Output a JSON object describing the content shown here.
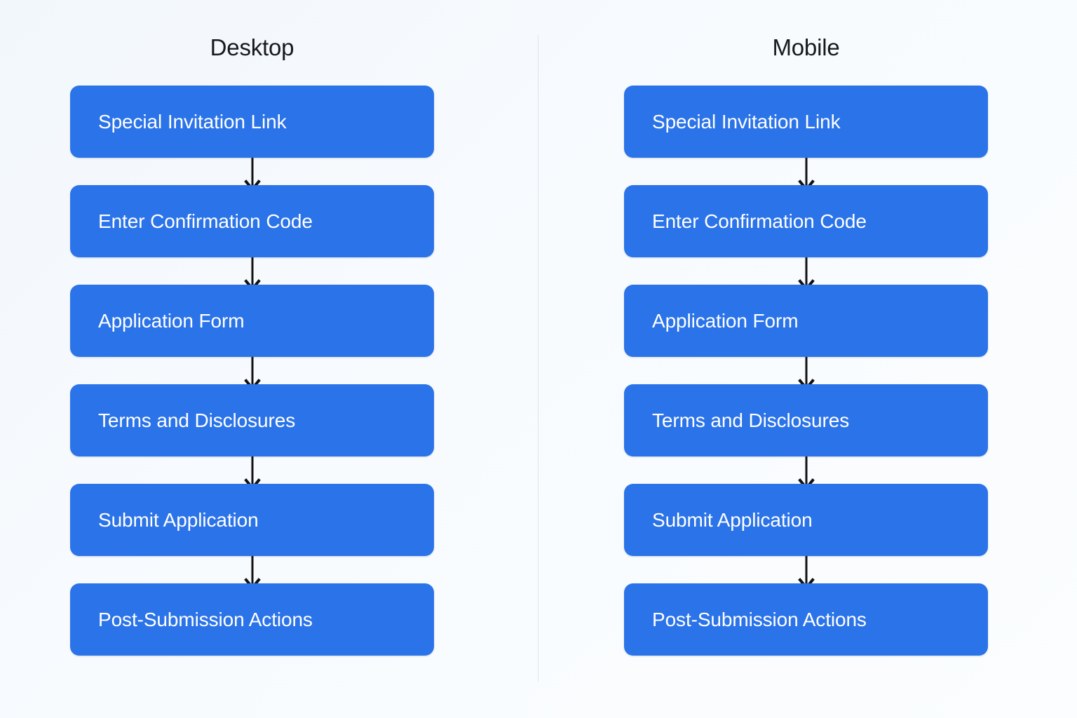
{
  "page": {
    "background_color": "#f6fafd",
    "divider_color": "#dfe5ea"
  },
  "theme": {
    "node_fill": "#2b73e8",
    "node_text_color": "#ffffff",
    "title_text_color": "#17191c",
    "arrow_color": "#111111"
  },
  "columns": [
    {
      "id": "desktop",
      "title": "Desktop",
      "steps": [
        {
          "label": "Special Invitation Link"
        },
        {
          "label": "Enter Confirmation Code"
        },
        {
          "label": "Application Form"
        },
        {
          "label": "Terms and Disclosures"
        },
        {
          "label": "Submit Application"
        },
        {
          "label": "Post-Submission Actions"
        }
      ]
    },
    {
      "id": "mobile",
      "title": "Mobile",
      "steps": [
        {
          "label": "Special Invitation Link"
        },
        {
          "label": "Enter Confirmation Code"
        },
        {
          "label": "Application Form"
        },
        {
          "label": "Terms and Disclosures"
        },
        {
          "label": "Submit Application"
        },
        {
          "label": "Post-Submission Actions"
        }
      ]
    }
  ],
  "chart_data": {
    "type": "diagram",
    "diagram_type": "flowchart",
    "orientation": "top-to-bottom",
    "title": "",
    "lanes": [
      "Desktop",
      "Mobile"
    ],
    "nodes": [
      "Special Invitation Link",
      "Enter Confirmation Code",
      "Application Form",
      "Terms and Disclosures",
      "Submit Application",
      "Post-Submission Actions"
    ],
    "edges": [
      [
        "Special Invitation Link",
        "Enter Confirmation Code"
      ],
      [
        "Enter Confirmation Code",
        "Application Form"
      ],
      [
        "Application Form",
        "Terms and Disclosures"
      ],
      [
        "Terms and Disclosures",
        "Submit Application"
      ],
      [
        "Submit Application",
        "Post-Submission Actions"
      ]
    ]
  }
}
